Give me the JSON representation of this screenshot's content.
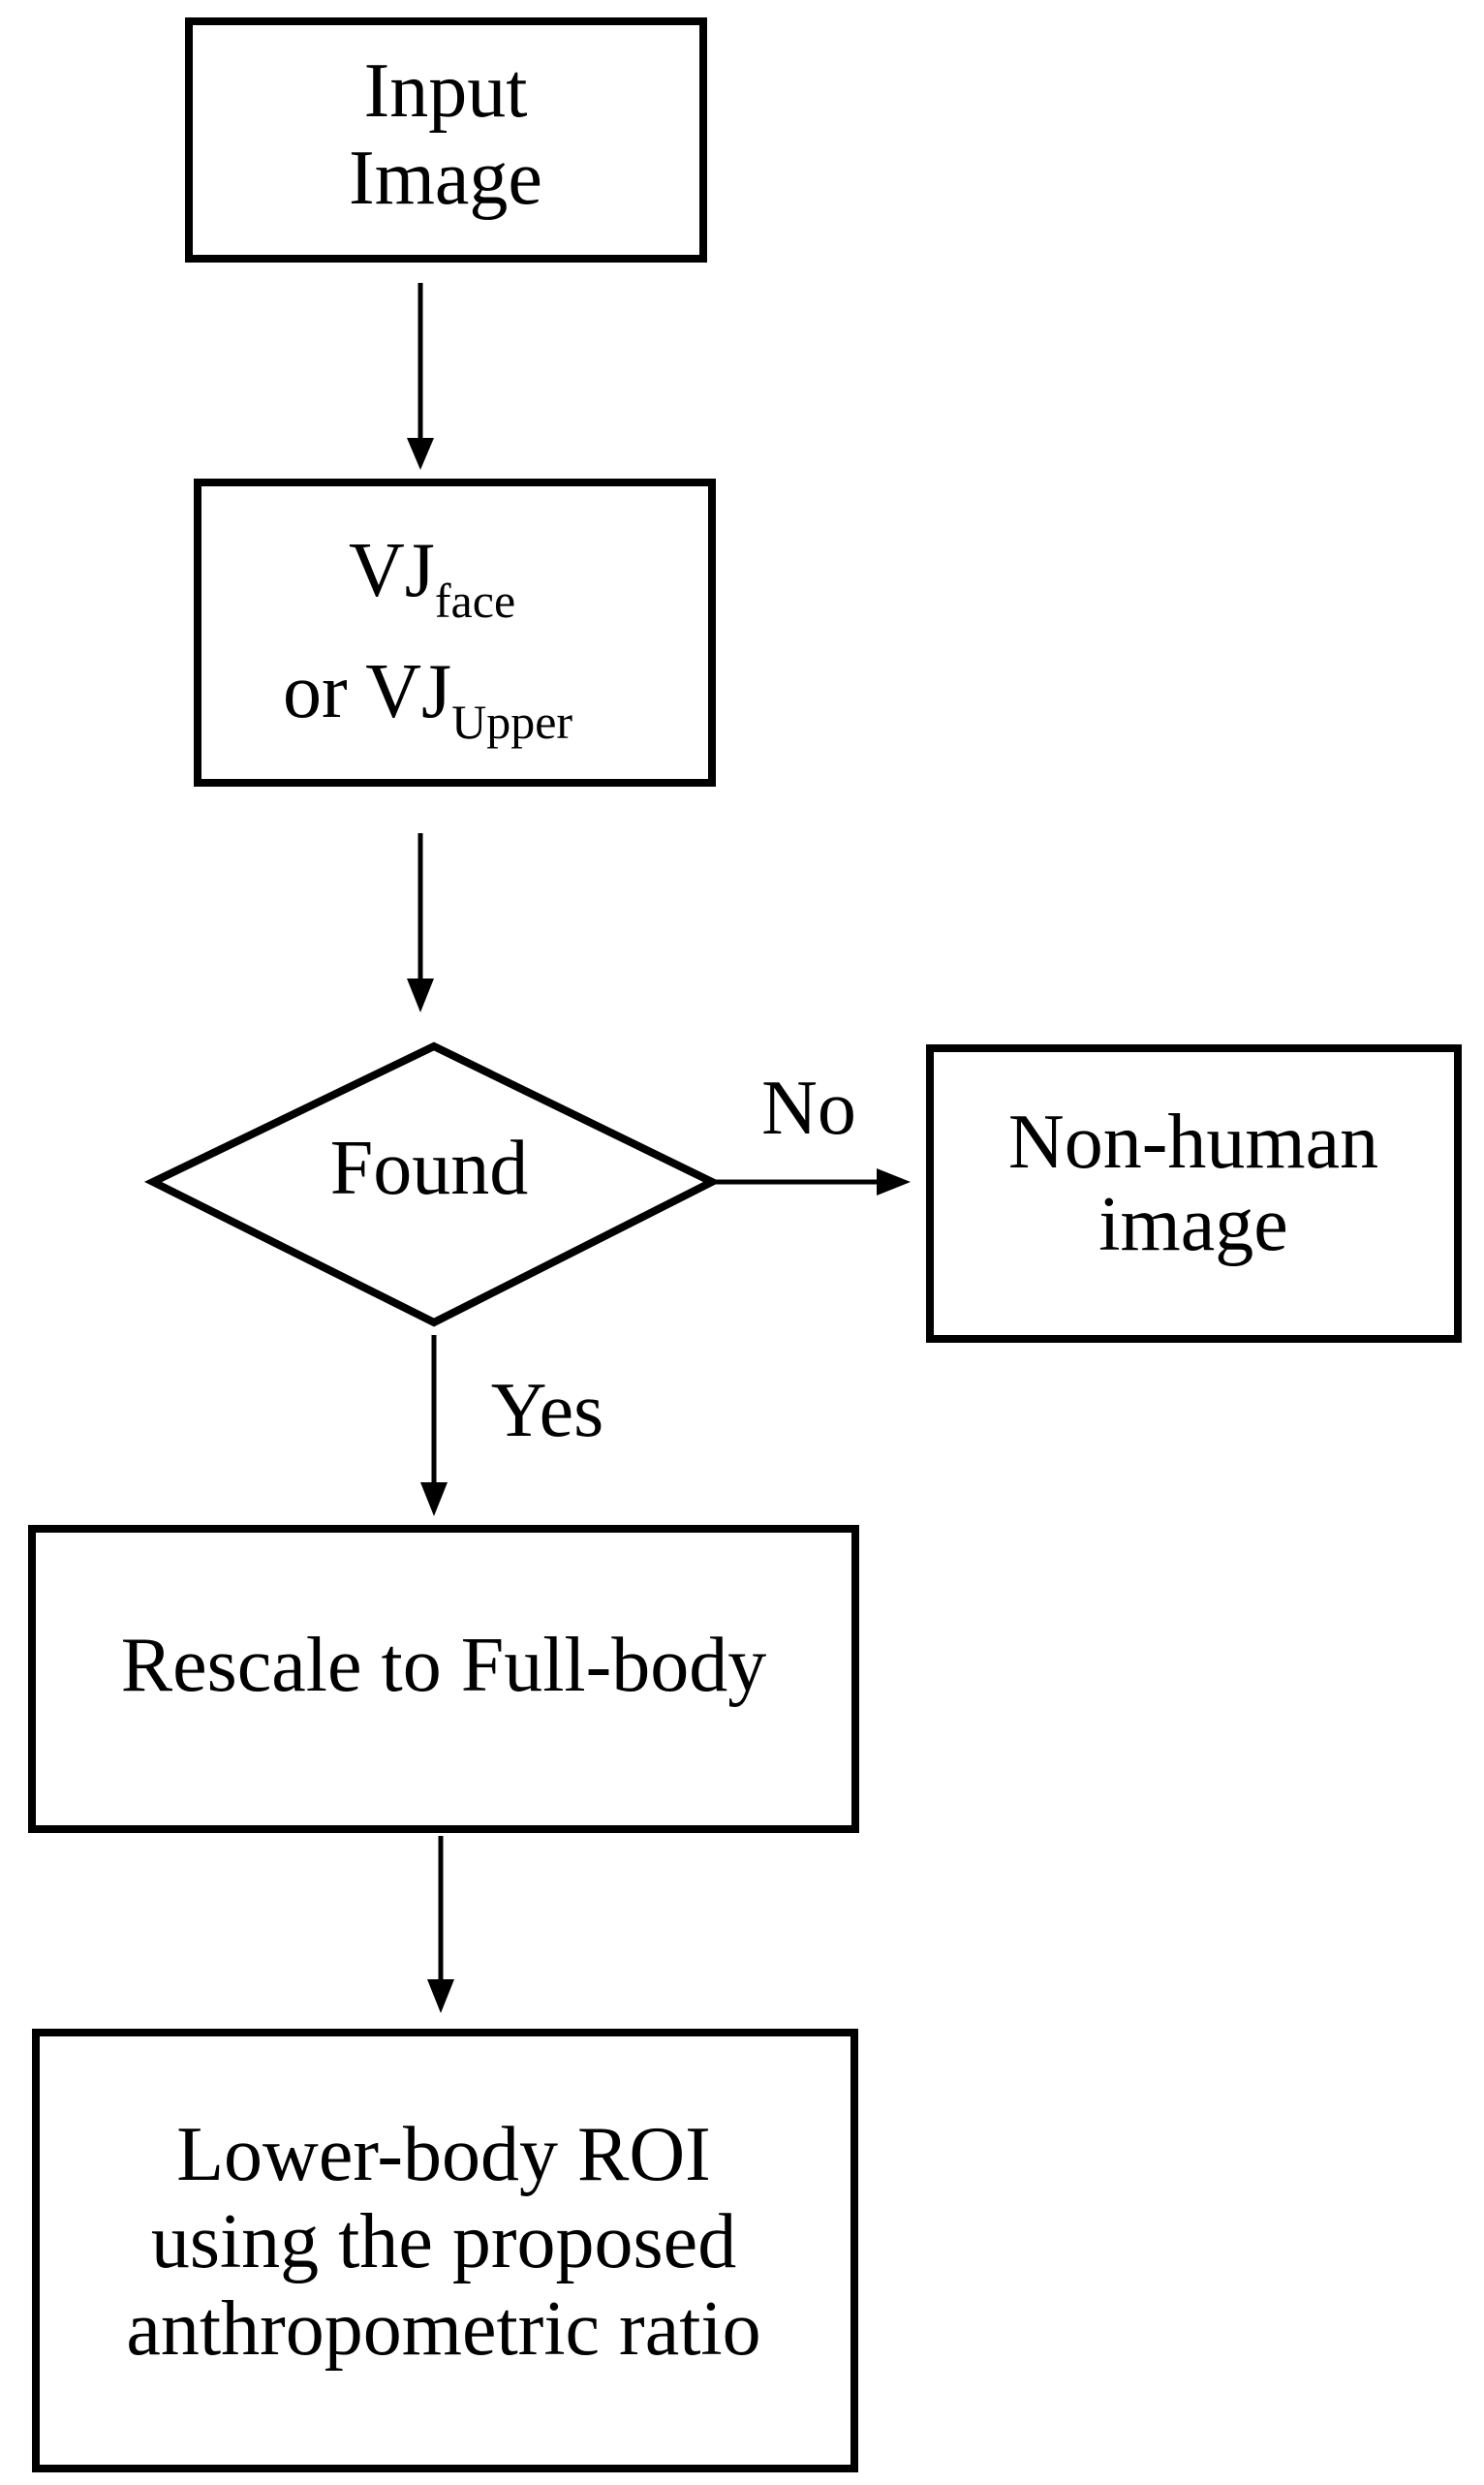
{
  "nodes": {
    "input": {
      "line1": "Input",
      "line2": "Image"
    },
    "vj": {
      "line1_main": "VJ",
      "line1_sub": "face",
      "line2_prefix": "or ",
      "line2_main": "VJ",
      "line2_sub": "Upper"
    },
    "decision": {
      "label": "Found"
    },
    "nonhuman": {
      "line1": "Non-human",
      "line2": "image"
    },
    "rescale": {
      "label": "Rescale to Full-body"
    },
    "roi": {
      "line1": "Lower-body ROI",
      "line2": "using the proposed",
      "line3": "anthropometric ratio"
    }
  },
  "edges": {
    "no_label": "No",
    "yes_label": "Yes"
  }
}
